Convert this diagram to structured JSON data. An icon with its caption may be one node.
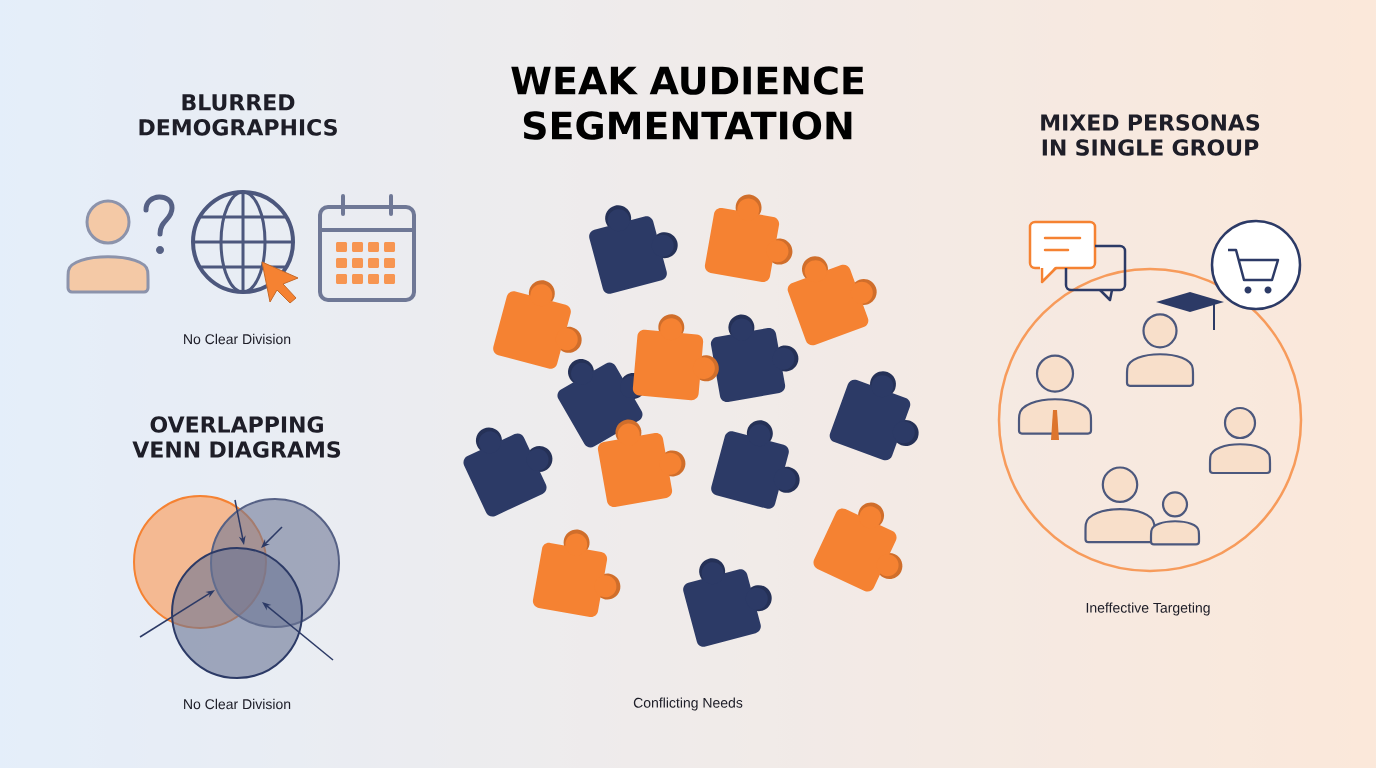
{
  "diagram": {
    "title": "WEAK AUDIENCE SEGMENTATION",
    "labels": [
      "BLURRED DEMOGRAPHICS",
      "No Clear Division",
      "OVERLAPPING VENN DIAGRAMS",
      "No Clear Division",
      "Conflicting Needs",
      "MIXED PERSONAS IN SINGLE GROUP",
      "Ineffective Targeting"
    ]
  }
}
